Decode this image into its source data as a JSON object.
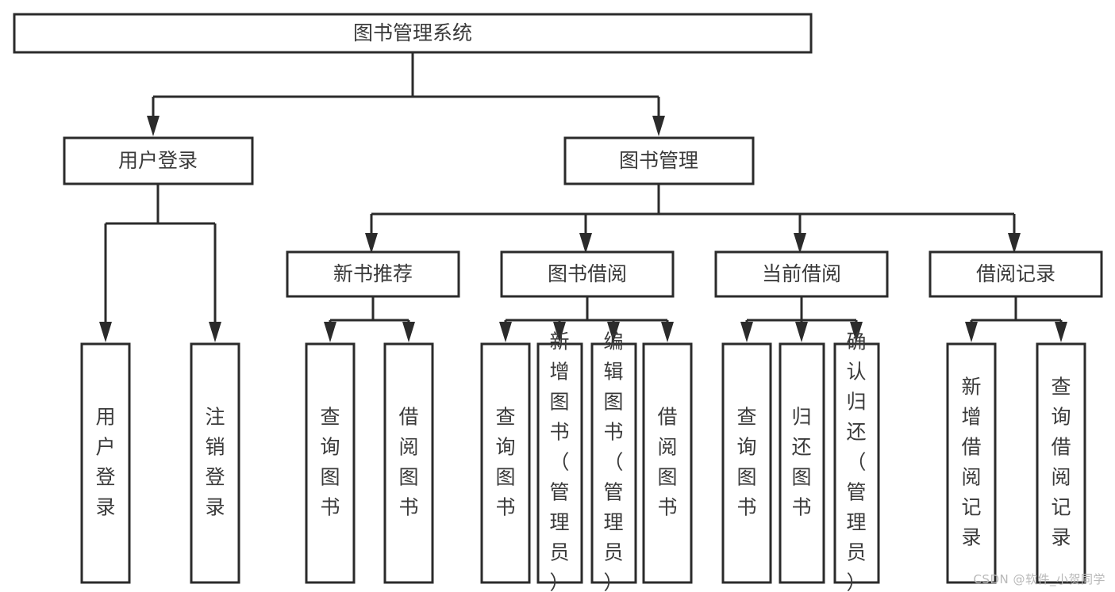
{
  "diagram": {
    "title": "图书管理系统",
    "type": "hierarchy-tree",
    "orientation": "top-down",
    "colors": {
      "box_fill": "#ffffff",
      "box_stroke": "#2b2b2b",
      "connector": "#2b2b2b",
      "text": "#3a3a3a",
      "background": "#ffffff",
      "watermark": "#b9b9b9"
    },
    "levels": [
      {
        "level": 0,
        "nodes": [
          {
            "id": "root",
            "label": "图书管理系统",
            "orientation": "horizontal"
          }
        ]
      },
      {
        "level": 1,
        "nodes": [
          {
            "id": "user-login",
            "label": "用户登录",
            "orientation": "horizontal",
            "parent": "root"
          },
          {
            "id": "book-manage",
            "label": "图书管理",
            "orientation": "horizontal",
            "parent": "root"
          }
        ]
      },
      {
        "level": 2,
        "nodes": [
          {
            "id": "new-book-rec",
            "label": "新书推荐",
            "orientation": "horizontal",
            "parent": "book-manage"
          },
          {
            "id": "book-borrow",
            "label": "图书借阅",
            "orientation": "horizontal",
            "parent": "book-manage"
          },
          {
            "id": "current-borrow",
            "label": "当前借阅",
            "orientation": "horizontal",
            "parent": "book-manage"
          },
          {
            "id": "borrow-record",
            "label": "借阅记录",
            "orientation": "horizontal",
            "parent": "book-manage"
          }
        ]
      },
      {
        "level": 3,
        "nodes": [
          {
            "id": "leaf-user-login",
            "label": "用户登录",
            "orientation": "vertical",
            "parent": "user-login"
          },
          {
            "id": "leaf-logout",
            "label": "注销登录",
            "orientation": "vertical",
            "parent": "user-login"
          },
          {
            "id": "leaf-query-book-1",
            "label": "查询图书",
            "orientation": "vertical",
            "parent": "new-book-rec"
          },
          {
            "id": "leaf-borrow-book-1",
            "label": "借阅图书",
            "orientation": "vertical",
            "parent": "new-book-rec"
          },
          {
            "id": "leaf-query-book-2",
            "label": "查询图书",
            "orientation": "vertical",
            "parent": "book-borrow"
          },
          {
            "id": "leaf-add-book",
            "label": "新增图书（管理员）",
            "orientation": "vertical",
            "parent": "book-borrow"
          },
          {
            "id": "leaf-edit-book",
            "label": "编辑图书（管理员）",
            "orientation": "vertical",
            "parent": "book-borrow"
          },
          {
            "id": "leaf-borrow-book-2",
            "label": "借阅图书",
            "orientation": "vertical",
            "parent": "book-borrow"
          },
          {
            "id": "leaf-query-book-3",
            "label": "查询图书",
            "orientation": "vertical",
            "parent": "current-borrow"
          },
          {
            "id": "leaf-return-book",
            "label": "归还图书",
            "orientation": "vertical",
            "parent": "current-borrow"
          },
          {
            "id": "leaf-confirm-return",
            "label": "确认归还（管理员）",
            "orientation": "vertical",
            "parent": "current-borrow"
          },
          {
            "id": "leaf-add-record",
            "label": "新增借阅记录",
            "orientation": "vertical",
            "parent": "borrow-record"
          },
          {
            "id": "leaf-query-record",
            "label": "查询借阅记录",
            "orientation": "vertical",
            "parent": "borrow-record"
          }
        ]
      }
    ]
  },
  "watermark": {
    "text": "CSDN @软件_小贺同学"
  }
}
